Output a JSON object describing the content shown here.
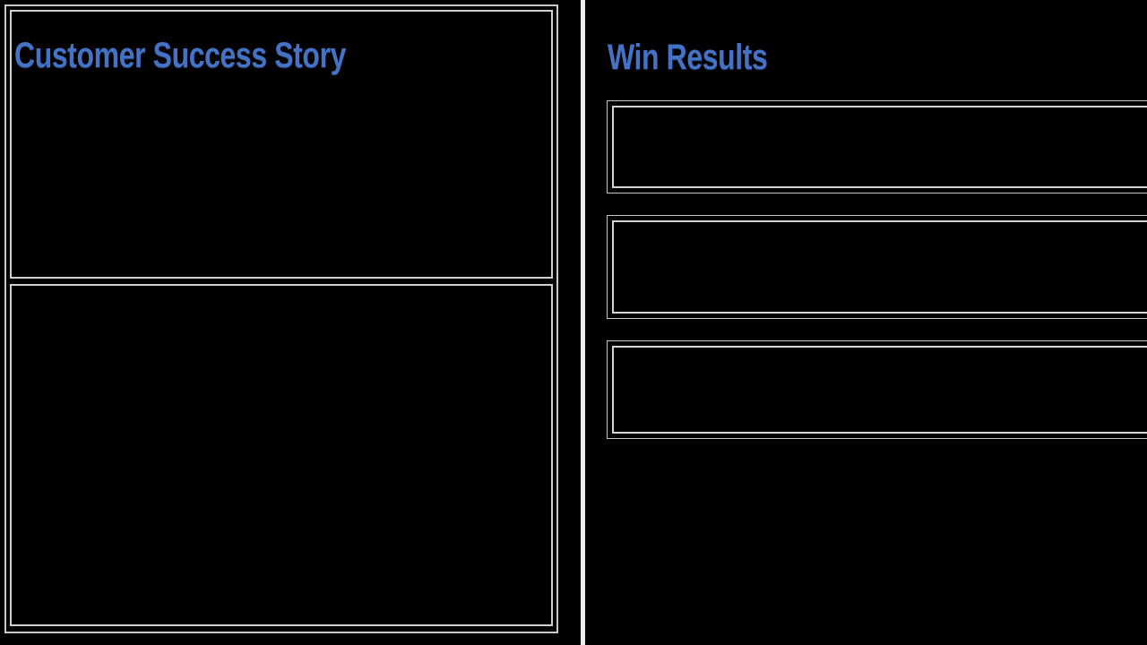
{
  "slide": {
    "background_color": "#000000",
    "accent_color": "#4472c4",
    "border_color": "#c8c8c8",
    "divider_color": "#ececec"
  },
  "left_panel": {
    "title": "Customer Success Story",
    "sections": [
      {
        "name": "story-top-placeholder",
        "text": ""
      },
      {
        "name": "story-bottom-placeholder",
        "text": ""
      }
    ]
  },
  "right_panel": {
    "title": "Win Results",
    "result_boxes": [
      {
        "label": "",
        "text": ""
      },
      {
        "label": "",
        "text": ""
      },
      {
        "label": "",
        "text": ""
      }
    ]
  }
}
